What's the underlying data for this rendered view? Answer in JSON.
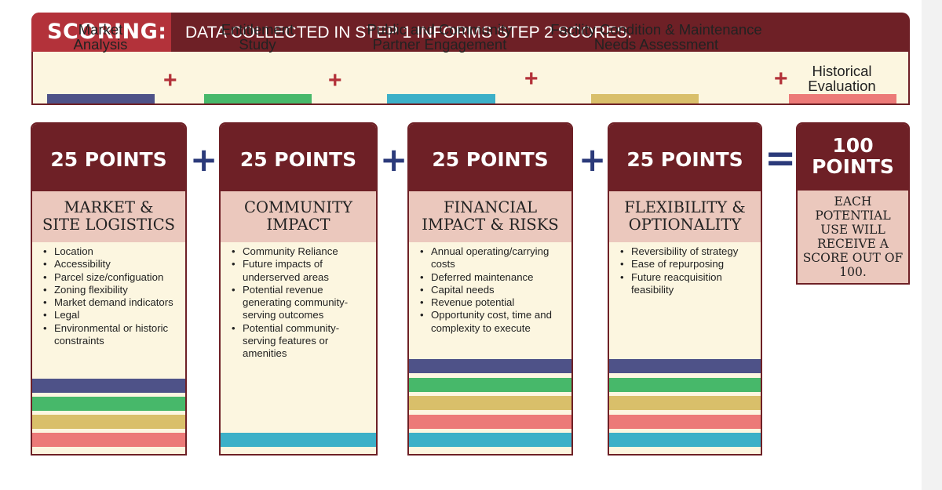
{
  "header": {
    "label": "SCORING:",
    "text": "DATA COLLECTED IN STEP 1 INFORMS STEP 2 SCORES."
  },
  "steps": [
    {
      "line1": "Market",
      "line2": "Analysis",
      "color": "#4e5288"
    },
    {
      "line1": "Entitlement",
      "line2": "Study",
      "color": "#47b86a"
    },
    {
      "line1": "Public and Community",
      "line2": "Partner Engagement",
      "color": "#3cb0c8"
    },
    {
      "line1": "Facility Condition & Maintenance",
      "line2": "Needs Assessment",
      "color": "#d9bf6a"
    },
    {
      "line1": "Historical",
      "line2": "Evaluation",
      "color": "#ec7a78"
    }
  ],
  "step_plus": "+",
  "col_plus": "+",
  "col_equals": "=",
  "columns": [
    {
      "points": "25 POINTS",
      "title1": "MARKET &",
      "title2": "SITE LOGISTICS",
      "items": [
        "Location",
        "Accessibility",
        "Parcel size/configuation",
        "Zoning flexibility",
        "Market demand indicators",
        "Legal",
        "Environmental or historic constraints"
      ]
    },
    {
      "points": "25 POINTS",
      "title1": "COMMUNITY",
      "title2": "IMPACT",
      "items": [
        "Community Reliance",
        "Future impacts of underserved areas",
        "Potential revenue generating community-serving outcomes",
        "Potential community-serving features or amenities"
      ]
    },
    {
      "points": "25 POINTS",
      "title1": "FINANCIAL",
      "title2": "IMPACT & RISKS",
      "items": [
        "Annual operating/carrying costs",
        "Deferred maintenance",
        "Capital needs",
        "Revenue potential",
        "Opportunity cost, time and complexity to execute"
      ]
    },
    {
      "points": "25 POINTS",
      "title1": "FLEXIBILITY &",
      "title2": "OPTIONALITY",
      "items": [
        "Reversibility of strategy",
        "Ease of repurposing",
        "Future reacquisition feasibility"
      ]
    }
  ],
  "total": {
    "line1": "100",
    "line2": "POINTS",
    "text": [
      "EACH",
      "POTENTIAL",
      "USE WILL",
      "RECEIVE A",
      "SCORE OUT OF",
      "100."
    ]
  },
  "colors": {
    "maroon": "#6e2026",
    "red": "#b3323a",
    "cream": "#fcf6e0",
    "pink": "#ebc8bd",
    "navy": "#2b3a7a"
  }
}
